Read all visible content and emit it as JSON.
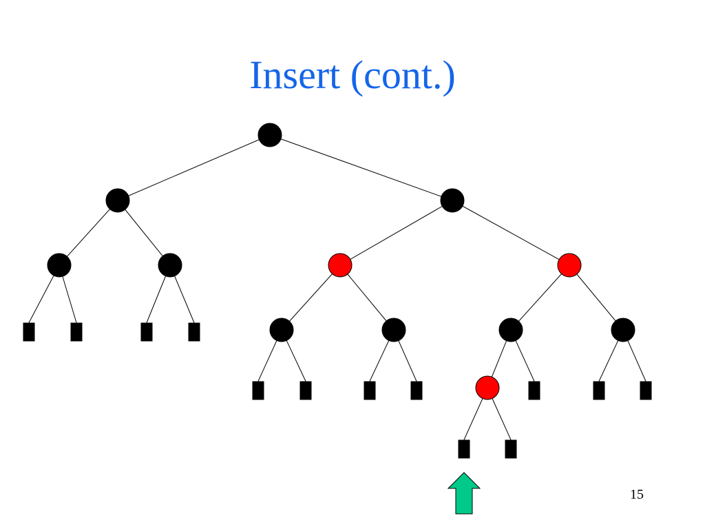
{
  "slide": {
    "title": "Insert (cont.)",
    "page_number": "15"
  },
  "colors": {
    "title": "#1565E8",
    "black_node": "#000000",
    "red_node": "#FF0000",
    "edge": "#000000",
    "leaf": "#000000",
    "arrow_fill": "#00C98A",
    "arrow_stroke": "#000000"
  },
  "tree": {
    "nodes": [
      {
        "id": "n1",
        "color": "black"
      },
      {
        "id": "n2",
        "color": "black"
      },
      {
        "id": "n3",
        "color": "black"
      },
      {
        "id": "n4",
        "color": "black"
      },
      {
        "id": "n5",
        "color": "black"
      },
      {
        "id": "n6",
        "color": "red"
      },
      {
        "id": "n7",
        "color": "red"
      },
      {
        "id": "n8",
        "color": "black"
      },
      {
        "id": "n9",
        "color": "black"
      },
      {
        "id": "n10",
        "color": "black"
      },
      {
        "id": "n11",
        "color": "black"
      },
      {
        "id": "n12",
        "color": "red"
      }
    ],
    "edges": [
      [
        "n1",
        "n2"
      ],
      [
        "n1",
        "n3"
      ],
      [
        "n2",
        "n4"
      ],
      [
        "n2",
        "n5"
      ],
      [
        "n3",
        "n6"
      ],
      [
        "n3",
        "n7"
      ],
      [
        "n6",
        "n8"
      ],
      [
        "n6",
        "n9"
      ],
      [
        "n7",
        "n10"
      ],
      [
        "n7",
        "n11"
      ],
      [
        "n10",
        "n12"
      ]
    ],
    "leaf_parents": [
      "n4",
      "n4",
      "n5",
      "n5",
      "n8",
      "n8",
      "n9",
      "n9",
      "n12",
      "n12",
      "n10",
      "n11",
      "n11"
    ],
    "insertion_marker": "up-arrow-icon"
  }
}
